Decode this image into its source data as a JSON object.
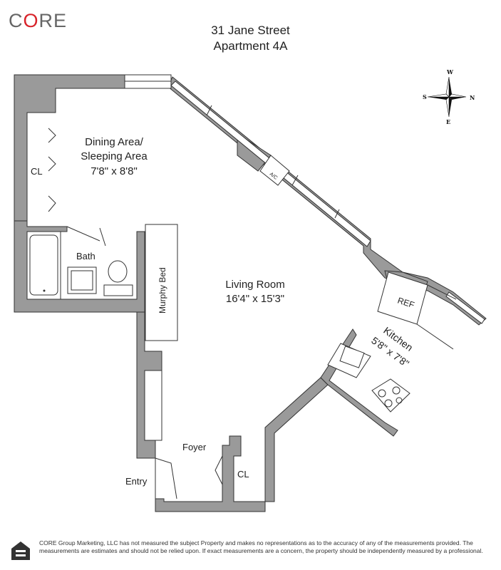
{
  "brand": {
    "name_prefix": "C",
    "name_accent": "O",
    "name_suffix": "RE",
    "accent_color": "#d8232a",
    "text_color": "#666666"
  },
  "header": {
    "address": "31 Jane Street",
    "unit": "Apartment 4A"
  },
  "compass": {
    "north": "N",
    "south": "S",
    "east": "E",
    "west": "W"
  },
  "rooms": {
    "dining": {
      "line1": "Dining Area/",
      "line2": "Sleeping Area",
      "size": "7'8\" x 8'8\""
    },
    "closet_left": "CL",
    "bath": "Bath",
    "murphy_bed": "Murphy Bed",
    "living": {
      "name": "Living Room",
      "size": "16'4\" x 15'3\""
    },
    "ref": "REF",
    "kitchen": {
      "name": "Kitchen",
      "size": "5'8\" x 7'8\""
    },
    "ac": "A/C",
    "foyer": "Foyer",
    "entry": "Entry",
    "closet_entry": "CL"
  },
  "disclaimer": "CORE Group Marketing, LLC has not measured the subject Property and makes no representations as to the accuracy of any of the measurements provided. The measurements are estimates and should not be relied upon. If exact measurements are a concern, the property should be independently measured by a professional.",
  "colors": {
    "wall": "#9a9a9a",
    "outline": "#333333"
  }
}
